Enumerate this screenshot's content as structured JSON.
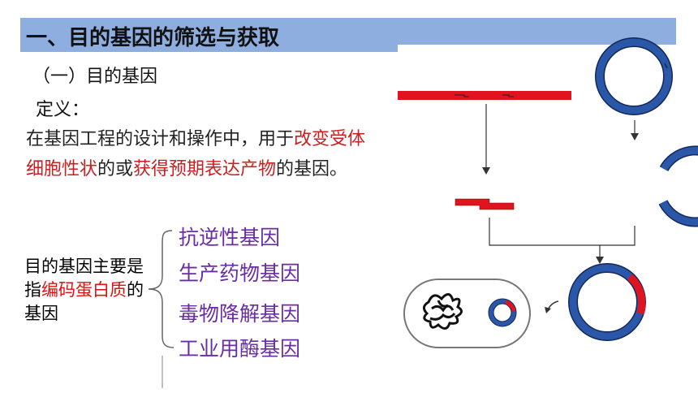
{
  "header": {
    "title": "一、目的基因的筛选与获取"
  },
  "section": {
    "subtitle": "（一）目的基因"
  },
  "definition": {
    "label": "定义：",
    "part1": "在基因工程的设计和操作中，用于",
    "highlight1": "改变受体细胞性状",
    "part2": "的或",
    "highlight2": "获得预期表达产物",
    "part3": "的基因。"
  },
  "note": {
    "part1": "目的基因主要是指",
    "highlight": "编码蛋白质",
    "part2": "的基因"
  },
  "categories": [
    "抗逆性基因",
    "生产药物基因",
    "毒物降解基因",
    "工业用酶基因"
  ],
  "colors": {
    "accent_bar": "#8eaee0",
    "dna_red": "#e0141e",
    "plasmid_blue": "#2a57a8",
    "category_purple": "#6a2da8"
  }
}
